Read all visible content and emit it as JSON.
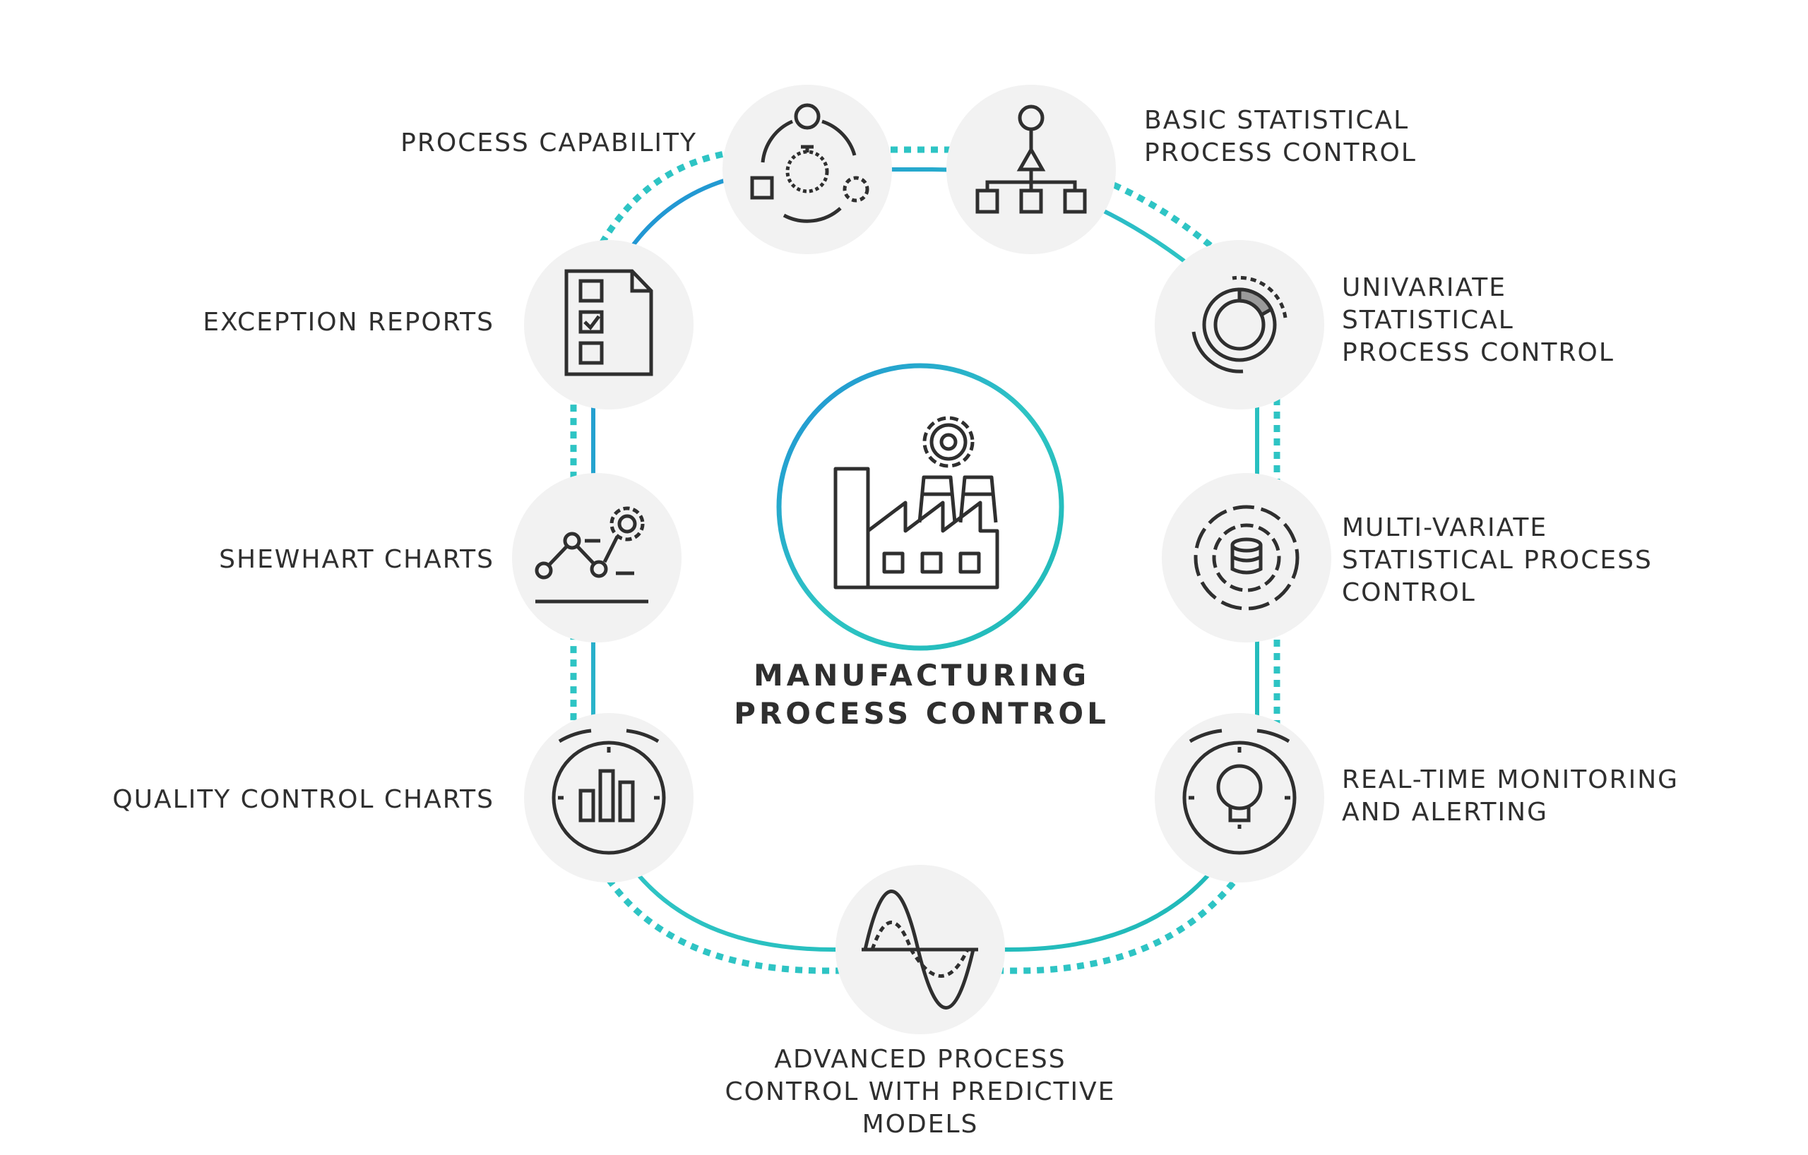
{
  "center": {
    "title_lines": [
      "MANUFACTURING",
      "PROCESS CONTROL"
    ]
  },
  "nodes": [
    {
      "id": "process-capability",
      "lines": [
        "PROCESS CAPABILITY"
      ],
      "icon": "cycle-stopwatch-icon"
    },
    {
      "id": "basic-spc",
      "lines": [
        "BASIC STATISTICAL",
        "PROCESS CONTROL"
      ],
      "icon": "hierarchy-icon"
    },
    {
      "id": "univariate-spc",
      "lines": [
        "UNIVARIATE",
        "STATISTICAL",
        "PROCESS CONTROL"
      ],
      "icon": "donut-cycle-icon"
    },
    {
      "id": "multivariate-spc",
      "lines": [
        "MULTI-VARIATE",
        "STATISTICAL PROCESS",
        "CONTROL"
      ],
      "icon": "database-segments-icon"
    },
    {
      "id": "realtime-monitoring",
      "lines": [
        "REAL-TIME MONITORING",
        "AND ALERTING"
      ],
      "icon": "lightbulb-dial-icon"
    },
    {
      "id": "advanced-process-control",
      "lines": [
        "ADVANCED PROCESS",
        "CONTROL WITH PREDICTIVE",
        "MODELS"
      ],
      "icon": "wave-curve-icon"
    },
    {
      "id": "quality-control-charts",
      "lines": [
        "QUALITY CONTROL CHARTS"
      ],
      "icon": "bar-chart-dial-icon"
    },
    {
      "id": "shewhart-charts",
      "lines": [
        "SHEWHART CHARTS"
      ],
      "icon": "line-chart-gear-icon"
    },
    {
      "id": "exception-reports",
      "lines": [
        "EXCEPTION REPORTS"
      ],
      "icon": "checklist-document-icon"
    }
  ],
  "colors": {
    "accent_teal": "#2ec4c4",
    "accent_blue": "#1f8fd6",
    "node_bg": "#f2f2f2",
    "icon_stroke": "#2f2f2f",
    "text": "#2f2f2f"
  }
}
